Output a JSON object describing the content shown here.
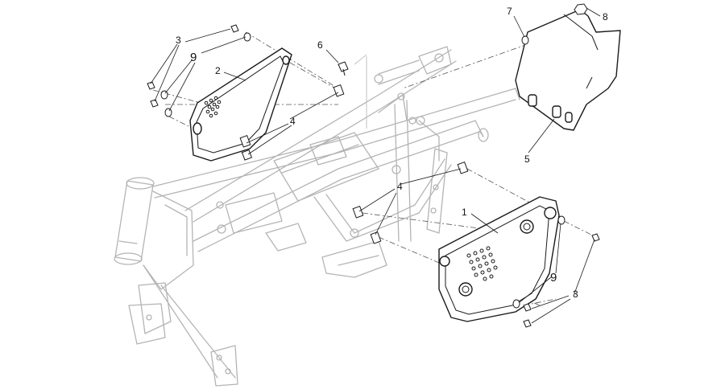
{
  "callouts": {
    "c1": "1",
    "c2": "2",
    "c3_left": "3",
    "c3_right": "3",
    "c4_upper": "4",
    "c4_lower": "4",
    "c5": "5",
    "c6": "6",
    "c7": "7",
    "c8": "8",
    "c9_left": "9",
    "c9_right": "9"
  },
  "colors": {
    "frame_outline": "#b4b4b4",
    "part_outline": "#1a1a1a",
    "background": "#ffffff"
  }
}
